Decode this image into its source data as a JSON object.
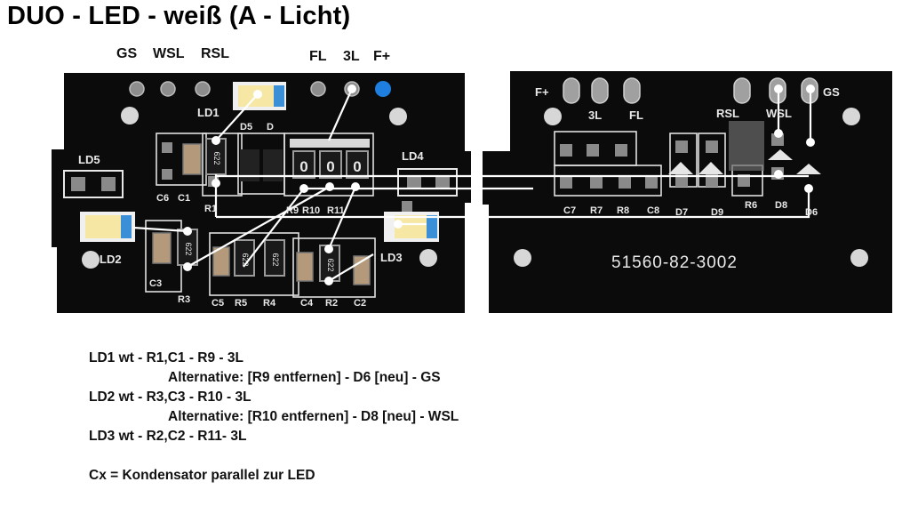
{
  "title": "DUO - LED - weiß (A - Licht)",
  "top_labels": [
    "GS",
    "WSL",
    "RSL",
    "FL",
    "3L",
    "F+"
  ],
  "board_left": {
    "silk": {
      "ld1": "LD1",
      "ld2": "LD2",
      "ld3": "LD3",
      "ld4": "LD4",
      "ld5": "LD5",
      "d5": "D5",
      "d": "D",
      "c6": "C6",
      "c1": "C1",
      "c3": "C3",
      "c5": "C5",
      "c4": "C4",
      "c2": "C2",
      "r1": "R1",
      "r9": "R9",
      "r10": "R10",
      "r11": "R11",
      "r3": "R3",
      "r5": "R5",
      "r4": "R4",
      "r2": "R2",
      "smd_622": "622",
      "smd_0": "0"
    }
  },
  "board_right": {
    "silk": {
      "fplus": "F+",
      "3l": "3L",
      "fl": "FL",
      "rsl": "RSL",
      "wsl": "WSL",
      "gs": "GS",
      "c7": "C7",
      "r7": "R7",
      "r8": "R8",
      "c8": "C8",
      "d7": "D7",
      "d9": "D9",
      "r6": "R6",
      "d8": "D8",
      "d6": "D6",
      "part_number": "51560-82-3002"
    }
  },
  "notes": {
    "line1": "LD1 wt - R1,C1 - R9 - 3L",
    "line2": "Alternative: [R9 entfernen] - D6 [neu] - GS",
    "line3": "LD2 wt - R3,C3 - R10 - 3L",
    "line4": "Alternative: [R10 entfernen] - D8 [neu] - WSL",
    "line5": "LD3 wt - R2,C2 - R11- 3L",
    "line6": "Cx = Kondensator parallel zur LED"
  },
  "colors": {
    "pcb": "#0b0b0b",
    "silk": "#e8e8e8",
    "pad": "#9a9a9a",
    "led_yellow": "#f6e7a4",
    "led_blue": "#3a8fd6",
    "wire": "#ffffff",
    "fplus_dot": "#1f7fe0"
  }
}
